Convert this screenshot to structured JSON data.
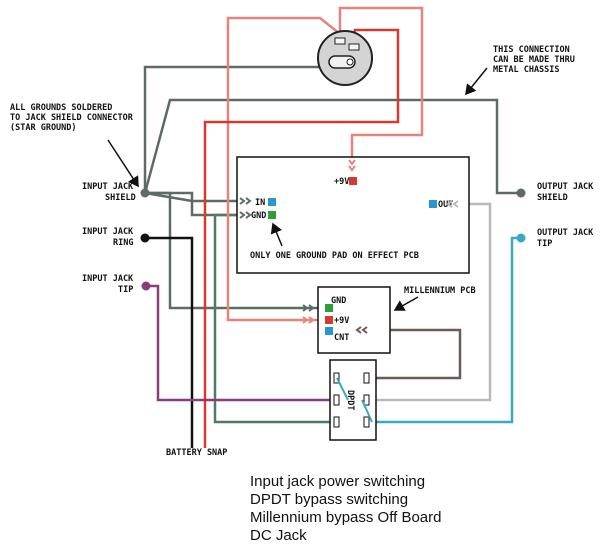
{
  "labels": {
    "star_ground": [
      "ALL GROUNDS SOLDERED",
      "TO JACK SHIELD CONNECTOR",
      "(STAR GROUND)"
    ],
    "chassis_note": [
      "THIS CONNECTION",
      "CAN BE MADE THRU",
      "METAL CHASSIS"
    ],
    "input_shield": [
      "INPUT JACK",
      "SHIELD"
    ],
    "input_ring": [
      "INPUT JACK",
      "RING"
    ],
    "input_tip": [
      "INPUT JACK",
      "TIP"
    ],
    "output_shield": [
      "OUTPUT JACK",
      "SHIELD"
    ],
    "output_tip": [
      "OUTPUT JACK",
      "TIP"
    ],
    "battery": "BATTERY SNAP",
    "ground_pad_note": "ONLY ONE GROUND PAD ON EFFECT PCB",
    "millennium_title": "MILLENNIUM PCB"
  },
  "effect_pcb": {
    "in": "IN",
    "gnd": "GND",
    "v9": "+9V",
    "out": "OUT"
  },
  "millennium_pcb": {
    "gnd": "GND",
    "v9": "+9V",
    "cnt": "CNT"
  },
  "switch_label": "DPDT",
  "caption": [
    "Input jack power switching",
    "DPDT bypass switching",
    "Millennium bypass Off Board",
    "DC Jack"
  ],
  "colors": {
    "ground": "#5e6a64",
    "power": "#e8837c",
    "battery_red": "#d43a2d",
    "tip": "#8a3e74",
    "output_tip": "#3ba9c2",
    "output_line": "#b9b9b9",
    "cnt_line": "#6f5b55"
  }
}
